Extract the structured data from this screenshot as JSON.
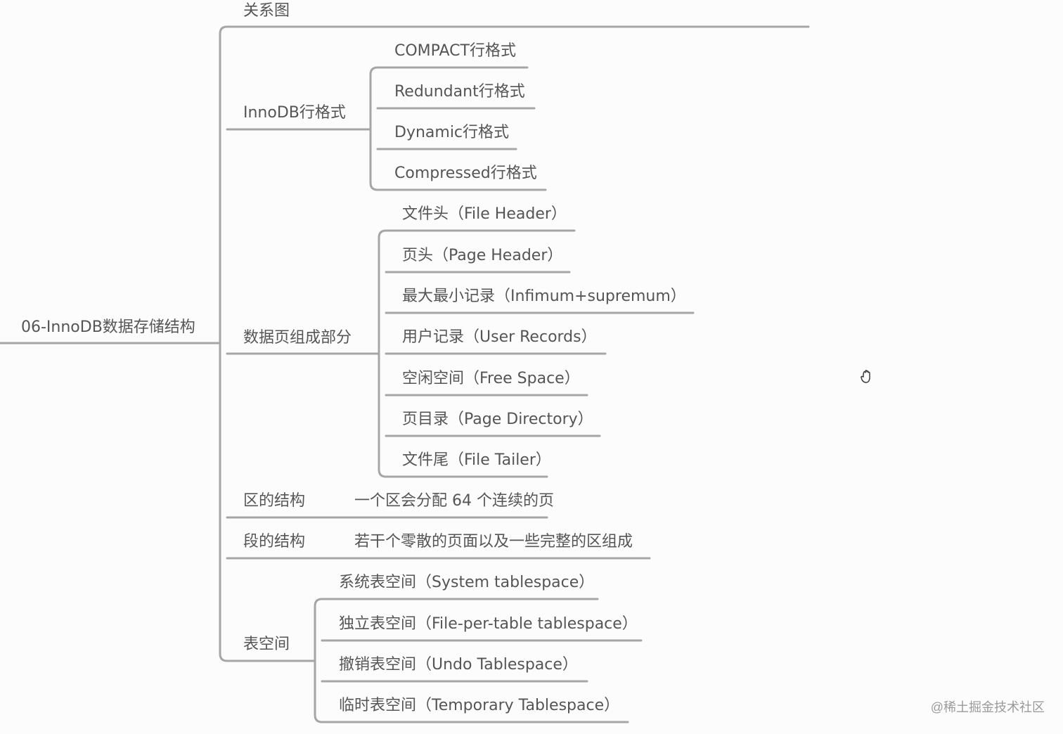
{
  "mindmap": {
    "root": "06-InnoDB数据存储结构",
    "branches": [
      {
        "label": "关系图",
        "children": []
      },
      {
        "label": "InnoDB行格式",
        "children": [
          "COMPACT行格式",
          "Redundant行格式",
          "Dynamic行格式",
          "Compressed行格式"
        ]
      },
      {
        "label": "数据页组成部分",
        "children": [
          "文件头（File Header）",
          "页头（Page Header）",
          "最大最小记录（Infimum+supremum）",
          "用户记录（User Records）",
          "空闲空间（Free Space）",
          "页目录（Page Directory）",
          "文件尾（File Tailer）"
        ]
      },
      {
        "label": "区的结构",
        "description": "一个区会分配 64 个连续的页"
      },
      {
        "label": "段的结构",
        "description": "若干个零散的页面以及一些完整的区组成"
      },
      {
        "label": "表空间",
        "children": [
          "系统表空间（System tablespace）",
          "独立表空间（File-per-table tablespace）",
          "撤销表空间（Undo Tablespace）",
          "临时表空间（Temporary Tablespace）"
        ]
      }
    ]
  },
  "watermark": "@稀土掘金技术社区",
  "colors": {
    "background": "#fcfcfc",
    "line": "#a6a6a6",
    "text": "#555555",
    "watermark": "#9a9a9a"
  },
  "icons": {
    "cursor": "grab-hand-cursor-icon"
  }
}
